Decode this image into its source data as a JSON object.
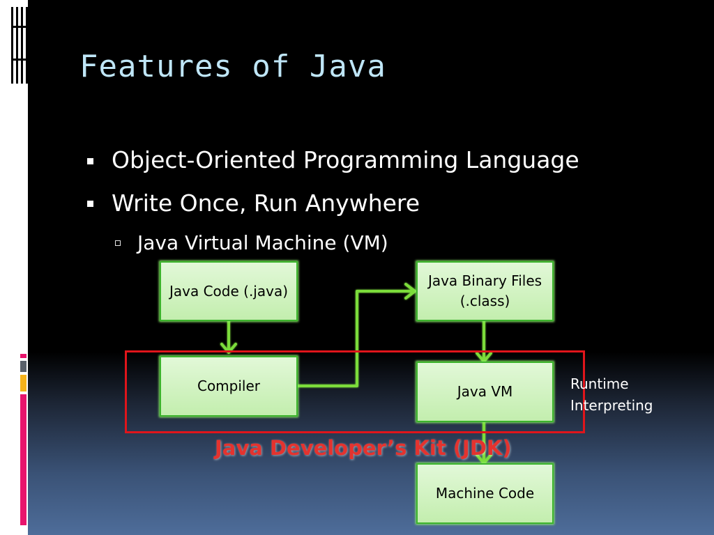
{
  "slide": {
    "title": "Features of Java",
    "bullets": [
      "Object-Oriented Programming Language",
      "Write Once, Run Anywhere"
    ],
    "sub_bullets": [
      "Java Virtual Machine (VM)"
    ]
  },
  "diagram": {
    "java_code": "Java Code (.java)",
    "binary_files_line1": "Java Binary Files",
    "binary_files_line2": "(.class)",
    "compiler": "Compiler",
    "java_vm": "Java VM",
    "machine_code": "Machine Code",
    "runtime_line1": "Runtime",
    "runtime_line2": "Interpreting",
    "jdk_label": "Java Developer’s Kit (JDK)"
  },
  "colors": {
    "title": "#bfe6f7",
    "box_border": "#3cb32c",
    "arrow": "#7cdc3a",
    "jdk_frame": "#e0151b",
    "jdk_text": "#e4332f",
    "accent_red": "#e8146c",
    "accent_yellow": "#f5b21b",
    "accent_gray": "#59606a"
  }
}
